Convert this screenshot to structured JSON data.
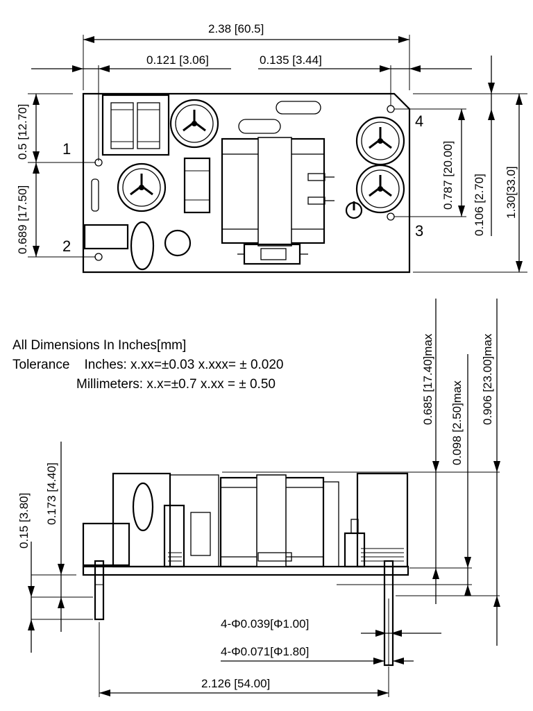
{
  "top_view": {
    "dims": {
      "overall_width": "2.38 [60.5]",
      "left_offset": "0.121 [3.06]",
      "right_offset": "0.135 [3.44]",
      "pin_spacing_left_top": "0.5 [12.70]",
      "pin_spacing_left_bottom": "0.689 [17.50]",
      "pin_spacing_right": "0.787 [20.00]",
      "right_pin_offset": "0.106 [2.70]",
      "overall_height": "1.30[33.0]"
    },
    "pins": [
      "1",
      "2",
      "3",
      "4"
    ]
  },
  "notes": {
    "line1": "All Dimensions In Inches[mm]",
    "line2": "Tolerance    Inches: x.xx=±0.03 x.xxx= ± 0.020",
    "line3": "Millimeters: x.x=±0.7 x.xx = ± 0.50"
  },
  "side_view": {
    "dims": {
      "height_max_1": "0.685 [17.40]max",
      "board_thickness_max": "0.098 [2.50]max",
      "height_max_2": "0.906 [23.00]max",
      "pin_standoff_a": "0.15 [3.80]",
      "pin_standoff_b": "0.173 [4.40]",
      "pin_diameter_small": "4-Φ0.039[Φ1.00]",
      "pin_diameter_large": "4-Φ0.071[Φ1.80]",
      "pin_pitch": "2.126 [54.00]"
    }
  }
}
